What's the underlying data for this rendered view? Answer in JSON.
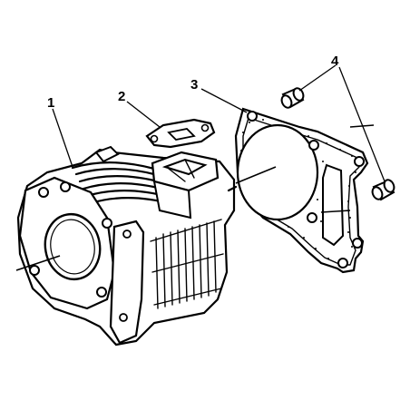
{
  "diagram": {
    "callouts": [
      {
        "id": "1",
        "label": "1"
      },
      {
        "id": "2",
        "label": "2"
      },
      {
        "id": "3",
        "label": "3"
      },
      {
        "id": "4",
        "label": "4"
      }
    ],
    "parts": {
      "cylinder": "cylinder",
      "intake_gasket": "intake-gasket",
      "cylinder_base_gasket": "cylinder-base-gasket",
      "dowel_pins": "dowel-pins"
    },
    "colors": {
      "ink": "#000000",
      "paper": "#ffffff"
    }
  }
}
